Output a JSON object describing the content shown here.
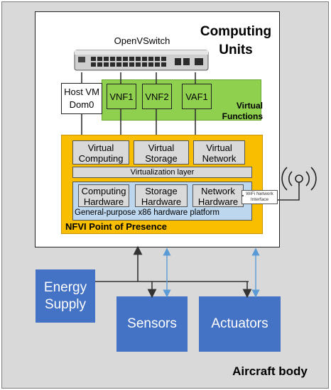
{
  "aircraft": {
    "label": "Aircraft body"
  },
  "computing": {
    "title_line1": "Computing",
    "title_line2": "Units"
  },
  "switch": {
    "label": "OpenVSwitch"
  },
  "host_vm": {
    "line1": "Host VM",
    "line2": "Dom0"
  },
  "virtual_functions": {
    "label_line1": "Virtual",
    "label_line2": "Functions",
    "items": [
      "VNF1",
      "VNF2",
      "VAF1"
    ]
  },
  "nfvi": {
    "label": "NFVI Point of Presence",
    "virtual": [
      {
        "line1": "Virtual",
        "line2": "Computing"
      },
      {
        "line1": "Virtual",
        "line2": "Storage"
      },
      {
        "line1": "Virtual",
        "line2": "Network"
      }
    ],
    "virtualization_layer": "Virtualization layer",
    "hardware": [
      {
        "line1": "Computing",
        "line2": "Hardware"
      },
      {
        "line1": "Storage",
        "line2": "Hardware"
      },
      {
        "line1": "Network",
        "line2": "Hardware"
      }
    ],
    "platform_label": "General-purpose x86 hardware platform"
  },
  "wifi": {
    "line1": "WiFi Network",
    "line2": "Interface"
  },
  "energy": {
    "line1": "Energy",
    "line2": "Supply"
  },
  "sensors": {
    "label": "Sensors"
  },
  "actuators": {
    "label": "Actuators"
  },
  "colors": {
    "aircraft_bg": "#d9d9d9",
    "virtual_functions": "#8fd14f",
    "nfvi": "#f9be00",
    "hw_platform": "#bdd7ee",
    "blue_boxes": "#4472c4",
    "bidirectional_link": "#5b9bd5"
  }
}
